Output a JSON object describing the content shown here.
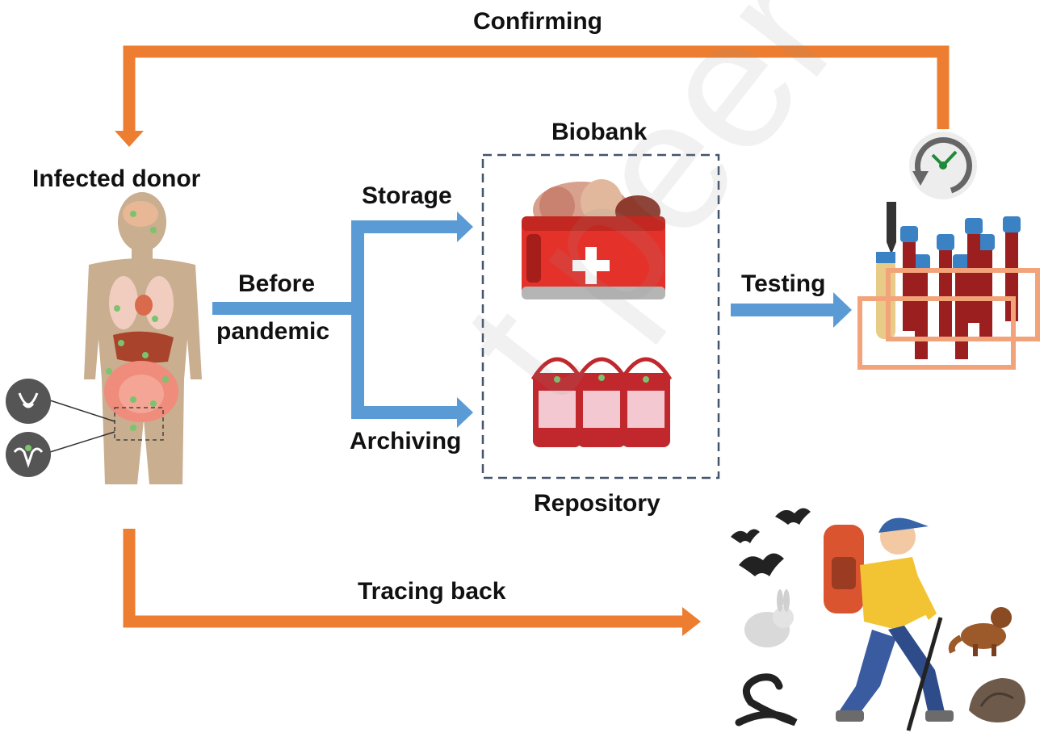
{
  "labels": {
    "confirming": "Confirming",
    "infected_donor": "Infected donor",
    "before": "Before",
    "pandemic": "pandemic",
    "storage": "Storage",
    "archiving": "Archiving",
    "biobank": "Biobank",
    "repository": "Repository",
    "testing": "Testing",
    "tracing_back": "Tracing back"
  },
  "watermark": "t peer review",
  "colors": {
    "orange_arrow": "#ED7D31",
    "blue_arrow": "#5B9BD5",
    "biobank_border": "#44546A",
    "text": "#111111"
  }
}
